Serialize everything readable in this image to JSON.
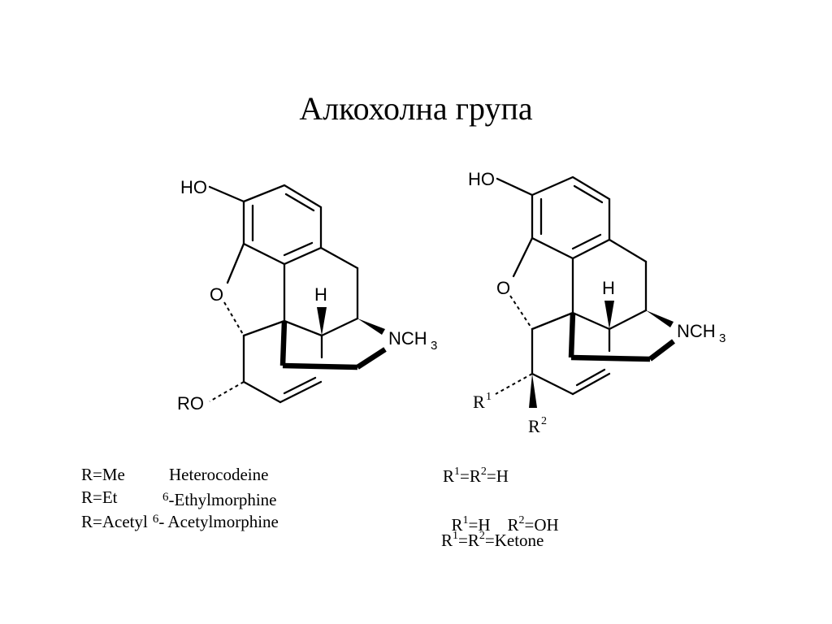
{
  "title": "Алкохолна група",
  "structure_left": {
    "labels": {
      "ho": "HO",
      "o": "O",
      "h": "H",
      "nch": "NCH",
      "n_sub": "3",
      "ro": "RO"
    }
  },
  "structure_right": {
    "labels": {
      "ho": "HO",
      "o": "O",
      "h": "H",
      "nch": "NCH",
      "n_sub": "3",
      "r1": "R",
      "r1_sup": "1",
      "r2": "R",
      "r2_sup": "2"
    }
  },
  "legend_left": {
    "r_me": "R=Me",
    "heterocodeine": "Heterocodeine",
    "r_et": "R=Et",
    "six_a": "6",
    "ethylmorphine": "‑Ethylmorphine",
    "r_acetyl": "R=Acetyl",
    "six_b": "6",
    "acetylmorphine": "‑ Acetylmorphine"
  },
  "legend_right": {
    "line1": {
      "r1": "R",
      "s1": "1",
      "mid": "=R",
      "s2": "2",
      "end": "=H"
    },
    "line2": {
      "r1": "R",
      "s1": "1",
      "mid": "=H    R",
      "s2": "2",
      "end": "=OH"
    },
    "line3": {
      "r1": "R",
      "s1": "1",
      "mid": "=R",
      "s2": "2",
      "end": "=Ketone"
    }
  }
}
